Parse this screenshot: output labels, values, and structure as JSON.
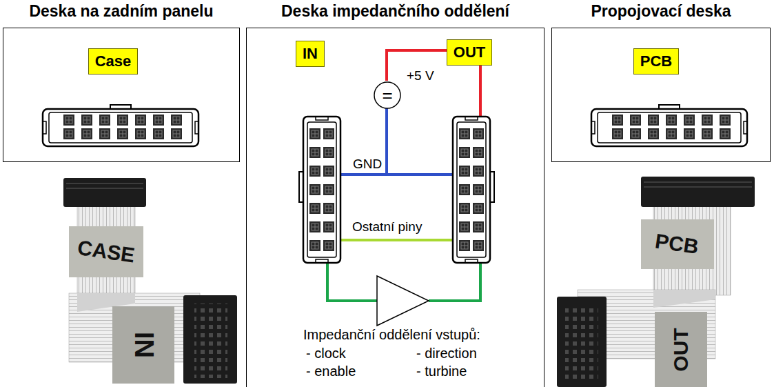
{
  "diagram": {
    "nodes": [
      {
        "text": [
          "Deska na zadním panelu"
        ]
      },
      {
        "text": [
          "Case"
        ],
        "in": 0
      },
      {
        "text": [
          "Deska impedančního oddělení"
        ]
      },
      {
        "text": [
          "IN"
        ],
        "in": 2
      },
      {
        "text": [
          "OUT"
        ],
        "in": 2
      },
      {
        "text": [
          "="
        ],
        "in": 2
      },
      {
        "text": [
          "Propojovací deska"
        ]
      },
      {
        "text": [
          "PCB"
        ],
        "in": 6
      }
    ],
    "labels": [
      "+5 V",
      "GND",
      "Ostatní piny",
      "Impedanční oddělení vstupů:",
      "- clock",
      "- enable",
      "- direction",
      "- turbine",
      "CASE",
      "IN",
      "PCB",
      "OUT"
    ]
  }
}
